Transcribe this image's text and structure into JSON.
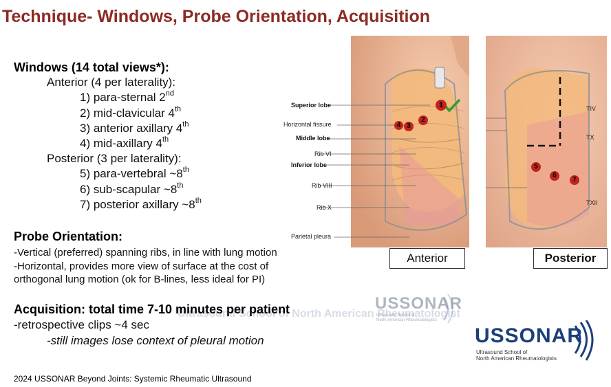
{
  "title": "Technique- Windows, Probe Orientation, Acquisition",
  "windows": {
    "heading": "Windows (14 total views*):",
    "anterior_heading": "Anterior (4 per laterality):",
    "anterior_items": [
      {
        "text": "1) para-sternal 2",
        "sup": "nd"
      },
      {
        "text": "2) mid-clavicular 4",
        "sup": "th"
      },
      {
        "text": "3) anterior axillary 4",
        "sup": "th"
      },
      {
        "text": "4) mid-axillary 4",
        "sup": "th"
      }
    ],
    "posterior_heading": "Posterior (3 per laterality):",
    "posterior_items": [
      {
        "text": "5) para-vertebral ~8",
        "sup": "th"
      },
      {
        "text": "6) sub-scapular ~8",
        "sup": "th"
      },
      {
        "text": "7) posterior axillary ~8",
        "sup": "th"
      }
    ]
  },
  "probe": {
    "heading": "Probe Orientation:",
    "line1": "-Vertical (preferred) spanning ribs, in line with lung motion",
    "line2": "-Horizontal, provides more view of surface at the cost of",
    "line3": "orthogonal lung motion (ok for B-lines, less ideal for PI)"
  },
  "acquisition": {
    "heading": "Acquisition:  total time 7-10 minutes per patient",
    "line1": "-retrospective clips ~4 sec",
    "line2": "-still images lose context of pleural motion"
  },
  "anterior_figure": {
    "caption": "Anterior",
    "labels": [
      "Superior lobe",
      "Horizontal fissure",
      "Middle lobe",
      "Rib VI",
      "Inferior lobe",
      "Rib VIII",
      "Rib X",
      "Parietal pleura"
    ],
    "markers": [
      "1",
      "2",
      "3",
      "4"
    ]
  },
  "posterior_figure": {
    "caption": "Posterior",
    "labels": [
      "TIV",
      "TX",
      "TXII"
    ],
    "markers": [
      "5",
      "6",
      "7"
    ]
  },
  "watermark": {
    "logo": "USSONAR",
    "text": "Ultrasound School of North American Rheumatologist",
    "sub1": "Ultrasound School of",
    "sub2": "North American Rheumatologists"
  },
  "logo": {
    "name": "USSONAR",
    "sub1": "Ultrasound School of",
    "sub2": "North American Rheumatologists"
  },
  "footer": "2024 USSONAR Beyond Joints: Systemic Rheumatic Ultrasound",
  "colors": {
    "title": "#8b2b24",
    "marker": "#c0241d",
    "check": "#2e9e2e",
    "lung": "#f3b97c",
    "logo": "#1d3f7a"
  }
}
